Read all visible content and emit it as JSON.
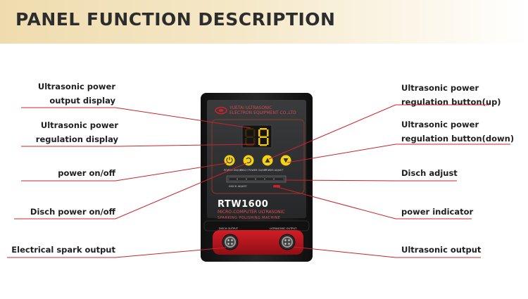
{
  "header": {
    "title": "PANEL FUNCTION DESCRIPTION"
  },
  "left_labels": [
    {
      "line1": "Ultrasonic power",
      "line2": "output display"
    },
    {
      "line1": "Ultrasonic power",
      "line2": "regulation display"
    },
    {
      "line1": "power on/off"
    },
    {
      "line1": "Disch power on/off"
    },
    {
      "line1": "Electrical spark output"
    }
  ],
  "right_labels": [
    {
      "line1": "Ultrasonic power",
      "line2": "regulation button(up)"
    },
    {
      "line1": "Ultrasonic power",
      "line2": "regulation button(down)"
    },
    {
      "line1": "Disch adjust"
    },
    {
      "line1": "power indicator"
    },
    {
      "line1": "Ultrasonic output"
    }
  ],
  "device": {
    "brand_line1": "YUETAI ULTRASONIC",
    "brand_line2": "ELECTRON EQUIPMENT CO.,LTD",
    "display_digit": "8",
    "button_labels": {
      "power": "POWER ON/OFF",
      "disch": "DISCH POWER ON/OFF",
      "adjust": "POWER ADJUST"
    },
    "slider_label": "DISCH ADJUST",
    "model": "RTW1600",
    "subtitle_line1": "MICRO-COMPUTER ULTRASONIC",
    "subtitle_line2": "SPARKING POLISHING MACHINE",
    "port_left_label": "DISCH OUTPUT",
    "port_right_label": "ULTRASONIC OUTPUT"
  },
  "colors": {
    "callout_line": "#c8242c",
    "button_yellow": "#f5d312",
    "display_yellow": "#f2c500",
    "device_body": "#1c1c1c",
    "front_panel": "#2e2f30",
    "port_panel": "#b8141c"
  }
}
